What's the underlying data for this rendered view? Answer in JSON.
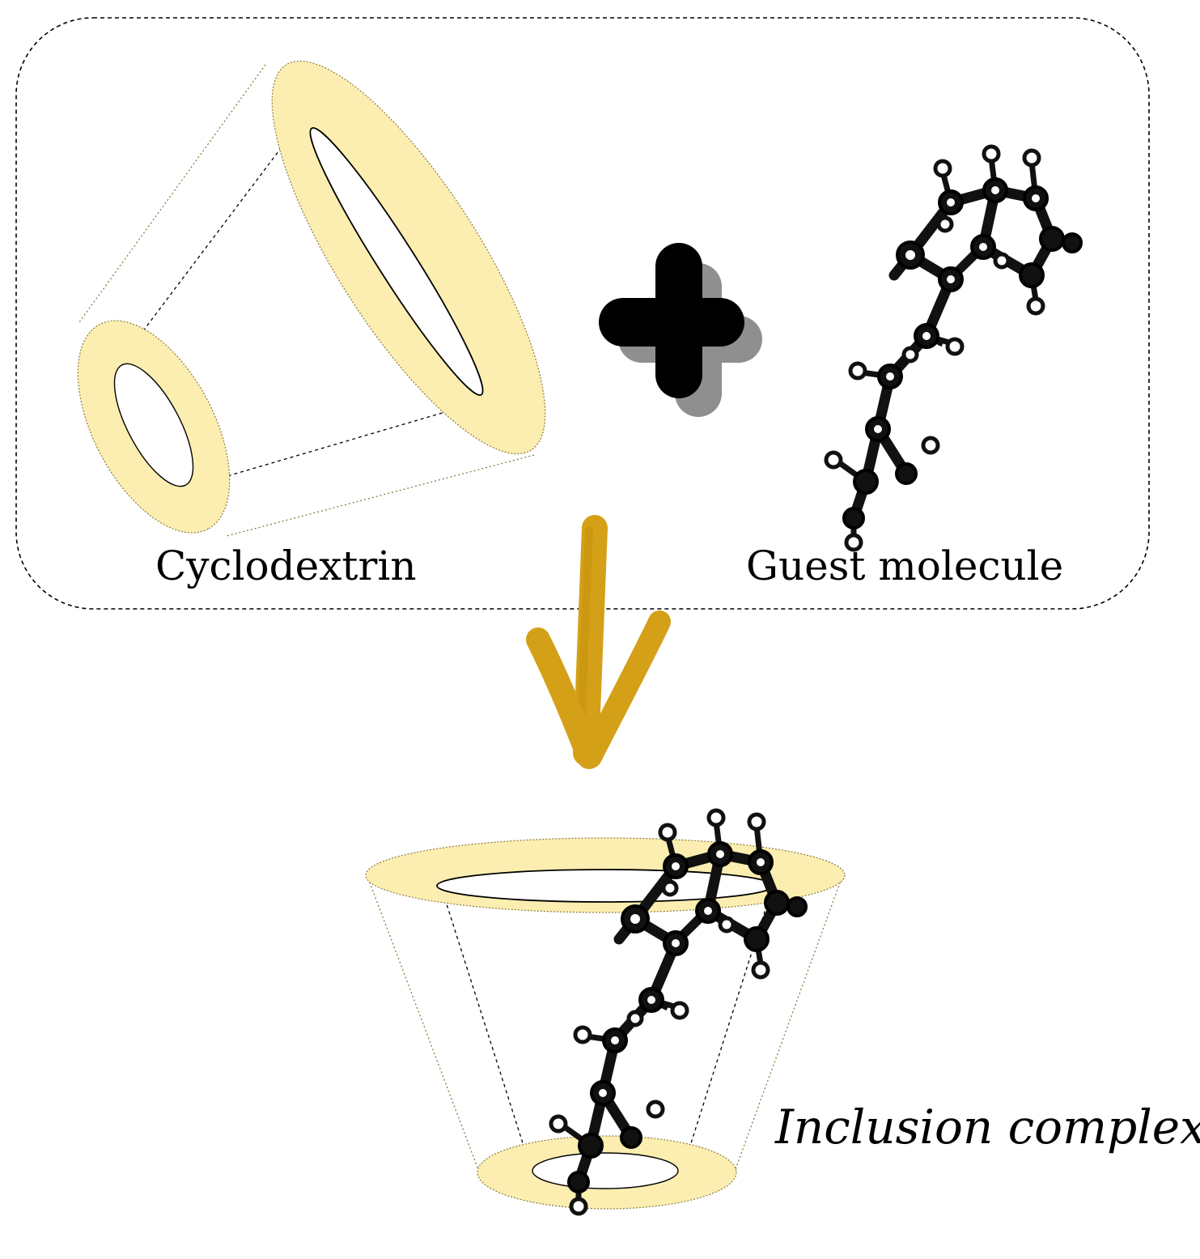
{
  "labels": {
    "cyclodextrin": "Cyclodextrin",
    "guest_molecule": "Guest molecule",
    "inclusion_complex": "Inclusion complex"
  },
  "colors": {
    "ring_fill": "#fbeeb0",
    "arrow": "#d4a017",
    "atom_dark": "#111111",
    "outline": "#000000"
  }
}
